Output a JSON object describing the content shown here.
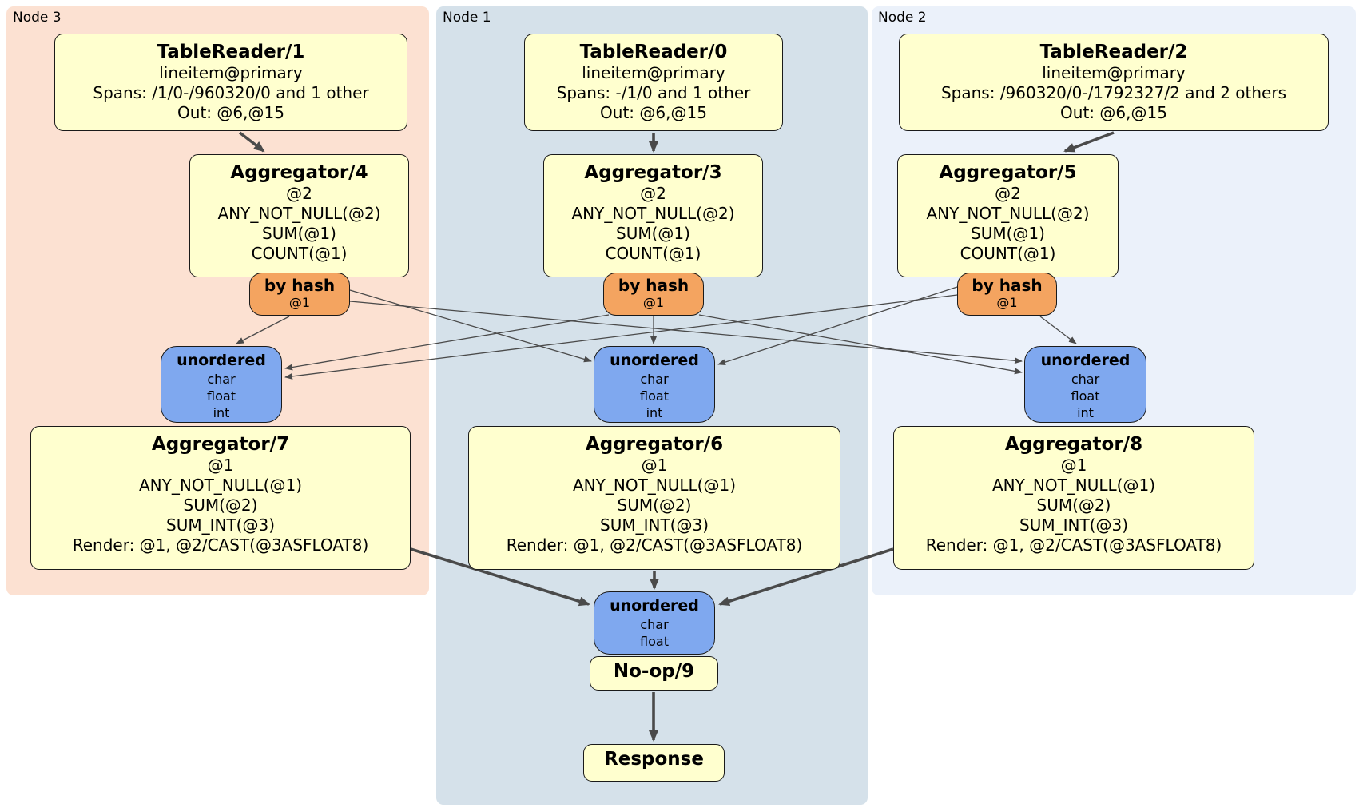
{
  "panels": {
    "node3": {
      "label": "Node 3"
    },
    "node1": {
      "label": "Node 1"
    },
    "node2": {
      "label": "Node 2"
    }
  },
  "processors": {
    "tableReader1": {
      "title": "TableReader/1",
      "lines": [
        "lineitem@primary",
        "Spans: /1/0-/960320/0 and 1 other",
        "Out: @6,@15"
      ]
    },
    "tableReader0": {
      "title": "TableReader/0",
      "lines": [
        "lineitem@primary",
        "Spans: -/1/0 and 1 other",
        "Out: @6,@15"
      ]
    },
    "tableReader2": {
      "title": "TableReader/2",
      "lines": [
        "lineitem@primary",
        "Spans: /960320/0-/1792327/2 and 2 others",
        "Out: @6,@15"
      ]
    },
    "aggregator4": {
      "title": "Aggregator/4",
      "lines": [
        "@2",
        "ANY_NOT_NULL(@2)",
        "SUM(@1)",
        "COUNT(@1)"
      ]
    },
    "aggregator3": {
      "title": "Aggregator/3",
      "lines": [
        "@2",
        "ANY_NOT_NULL(@2)",
        "SUM(@1)",
        "COUNT(@1)"
      ]
    },
    "aggregator5": {
      "title": "Aggregator/5",
      "lines": [
        "@2",
        "ANY_NOT_NULL(@2)",
        "SUM(@1)",
        "COUNT(@1)"
      ]
    },
    "aggregator7": {
      "title": "Aggregator/7",
      "lines": [
        "@1",
        "ANY_NOT_NULL(@1)",
        "SUM(@2)",
        "SUM_INT(@3)",
        "Render: @1, @2/CAST(@3ASFLOAT8)"
      ]
    },
    "aggregator6": {
      "title": "Aggregator/6",
      "lines": [
        "@1",
        "ANY_NOT_NULL(@1)",
        "SUM(@2)",
        "SUM_INT(@3)",
        "Render: @1, @2/CAST(@3ASFLOAT8)"
      ]
    },
    "aggregator8": {
      "title": "Aggregator/8",
      "lines": [
        "@1",
        "ANY_NOT_NULL(@1)",
        "SUM(@2)",
        "SUM_INT(@3)",
        "Render: @1, @2/CAST(@3ASFLOAT8)"
      ]
    },
    "noop": {
      "title": "No-op/9"
    },
    "response": {
      "title": "Response"
    }
  },
  "routers": {
    "hashLeft": {
      "title": "by hash",
      "key": "@1"
    },
    "hashMiddle": {
      "title": "by hash",
      "key": "@1"
    },
    "hashRight": {
      "title": "by hash",
      "key": "@1"
    }
  },
  "synchronizers": {
    "left": {
      "title": "unordered",
      "columns": [
        "char",
        "float",
        "int"
      ]
    },
    "middle": {
      "title": "unordered",
      "columns": [
        "char",
        "float",
        "int"
      ]
    },
    "right": {
      "title": "unordered",
      "columns": [
        "char",
        "float",
        "int"
      ]
    },
    "final": {
      "title": "unordered",
      "columns": [
        "char",
        "float"
      ]
    }
  },
  "colors": {
    "processor_fill": "#ffffcf",
    "router_fill": "#f4a460",
    "synchronizer_fill": "#7fa8ef",
    "node3_bg": "#fce1d2",
    "node1_bg": "#d5e1ea",
    "node2_bg": "#ebf1fa",
    "edge": "#4a4a4a"
  }
}
